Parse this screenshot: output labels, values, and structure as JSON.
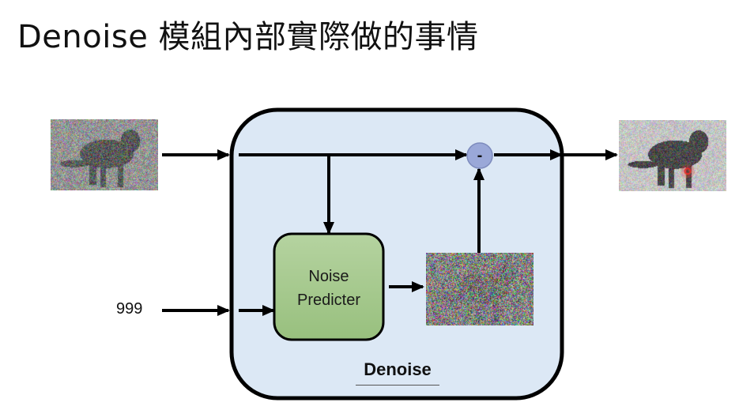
{
  "title": "Denoise 模組內部實際做的事情",
  "diagram": {
    "module_label": "Denoise",
    "noise_predicter_line1": "Noise",
    "noise_predicter_line2": "Predicter",
    "step_input": "999",
    "subtract_symbol": "-",
    "images": {
      "input": "noisy-cat-image",
      "predicted_noise": "predicted-noise-image",
      "output": "less-noisy-cat-image"
    },
    "colors": {
      "module_fill": "#dce8f5",
      "module_stroke": "#000000",
      "predicter_fill": "#a8c98f",
      "subtract_fill": "#9aa8d8",
      "cursor_dot": "#e8302a"
    }
  }
}
